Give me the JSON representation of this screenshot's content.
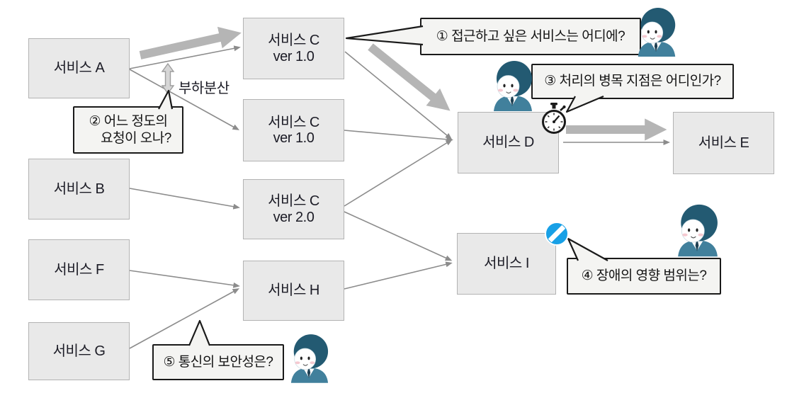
{
  "diagram": {
    "boxes": {
      "a": {
        "label": "서비스 A"
      },
      "c1": {
        "label": "서비스 C",
        "sub": "ver 1.0"
      },
      "c2": {
        "label": "서비스 C",
        "sub": "ver 1.0"
      },
      "b": {
        "label": "서비스 B"
      },
      "cv2": {
        "label": "서비스 C",
        "sub": "ver 2.0"
      },
      "f": {
        "label": "서비스 F"
      },
      "h": {
        "label": "서비스 H"
      },
      "g": {
        "label": "서비스 G"
      },
      "d": {
        "label": "서비스 D"
      },
      "e": {
        "label": "서비스 E"
      },
      "i": {
        "label": "서비스 I"
      }
    },
    "labels": {
      "load_balance": "부하분산"
    },
    "bubbles": {
      "b1": {
        "text": "① 접근하고 싶은 서비스는 어디에?"
      },
      "b2": {
        "line1": "② 어느 정도의",
        "line2": "요청이 오나?"
      },
      "b3": {
        "text": "③ 처리의 병목 지점은 어디인가?"
      },
      "b4": {
        "text": "④ 장애의 영향 범위는?"
      },
      "b5": {
        "text": "⑤ 통신의 보안성은?"
      }
    },
    "icons": {
      "stopwatch": "stopwatch-icon (처리 시간, on 서비스 D)",
      "prohibition": "no-entry-icon (장애, on 서비스 I)",
      "person": "developer-avatar-icon"
    },
    "edges": [
      {
        "from": "서비스 A",
        "to": "서비스 C ver 1.0 (상단)",
        "weight": "thick"
      },
      {
        "from": "서비스 A",
        "to": "서비스 C ver 1.0 (상단)",
        "weight": "thin"
      },
      {
        "from": "서비스 A",
        "to": "서비스 C ver 1.0 (하단)",
        "weight": "thin"
      },
      {
        "from": "서비스 C ver 1.0 (상단)",
        "to": "서비스 D",
        "weight": "thick"
      },
      {
        "from": "서비스 C ver 1.0 (상단)",
        "to": "서비스 D",
        "weight": "thin"
      },
      {
        "from": "서비스 C ver 1.0 (하단)",
        "to": "서비스 D",
        "weight": "thin"
      },
      {
        "from": "서비스 B",
        "to": "서비스 C ver 2.0",
        "weight": "thin"
      },
      {
        "from": "서비스 C ver 2.0",
        "to": "서비스 D",
        "weight": "thin"
      },
      {
        "from": "서비스 C ver 2.0",
        "to": "서비스 I",
        "weight": "thin"
      },
      {
        "from": "서비스 F",
        "to": "서비스 H",
        "weight": "thin"
      },
      {
        "from": "서비스 G",
        "to": "서비스 H",
        "weight": "thin"
      },
      {
        "from": "서비스 H",
        "to": "서비스 I",
        "weight": "thin"
      },
      {
        "from": "서비스 D",
        "to": "서비스 E",
        "weight": "thick"
      },
      {
        "from": "서비스 D",
        "to": "서비스 E",
        "weight": "thin"
      },
      {
        "between": [
          "서비스 A → C 상단 경로",
          "서비스 A → C 하단 경로"
        ],
        "label": "부하분산",
        "weight": "double-headed"
      }
    ],
    "colors": {
      "box_fill": "#e9e9e9",
      "box_border": "#b3b3b3",
      "thick_arrow": "#b5b5b5",
      "thin_arrow": "#8c8c8c",
      "bubble_fill": "#f4f4f2",
      "bubble_border": "#1a1a1a",
      "prohibition_blue": "#18a0e6",
      "person_hair": "#235a72",
      "person_suit": "#41809c",
      "blush_pink": "#f5c9d0"
    }
  }
}
